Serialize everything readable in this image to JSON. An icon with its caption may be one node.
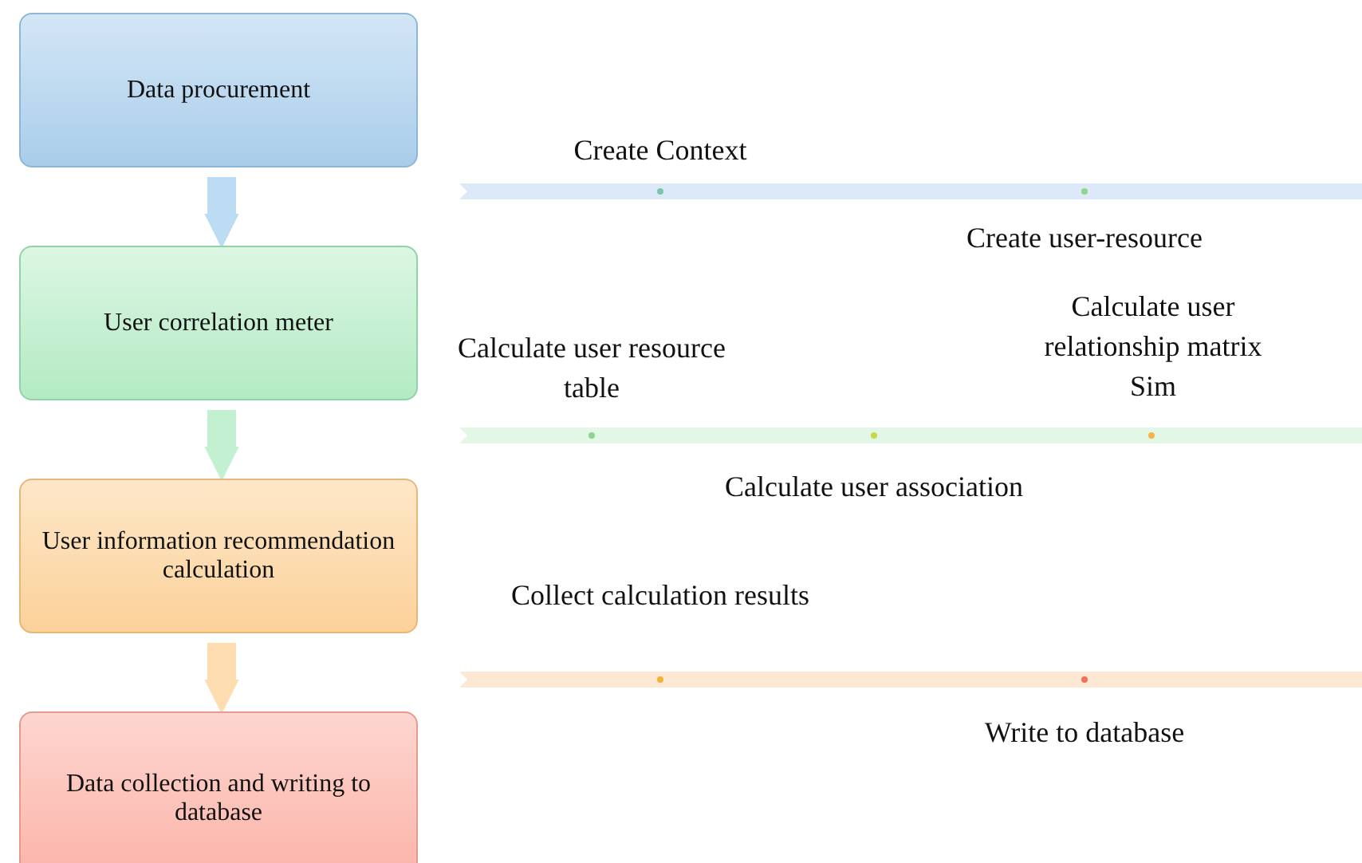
{
  "diagram": {
    "nodes": [
      {
        "text": [
          "Data procurement"
        ]
      },
      {
        "text": [
          "User correlation meter"
        ]
      },
      {
        "text": [
          "User information recommendation calculation"
        ]
      },
      {
        "text": [
          "Data collection and writing to database"
        ]
      }
    ],
    "edges": [
      {
        "from": 0,
        "to": 1,
        "arrow": "to",
        "color": "#bcdcf3"
      },
      {
        "from": 1,
        "to": 2,
        "arrow": "to",
        "color": "#c4f0d2"
      },
      {
        "from": 2,
        "to": 3,
        "arrow": "to",
        "color": "#fddcb0"
      }
    ],
    "labels": [
      "Create Context",
      "Create user-resource",
      "Calculate user relationship matrix Sim",
      "Calculate user resource table",
      "Calculate user association",
      "Collect calculation results",
      "Write to database"
    ]
  }
}
